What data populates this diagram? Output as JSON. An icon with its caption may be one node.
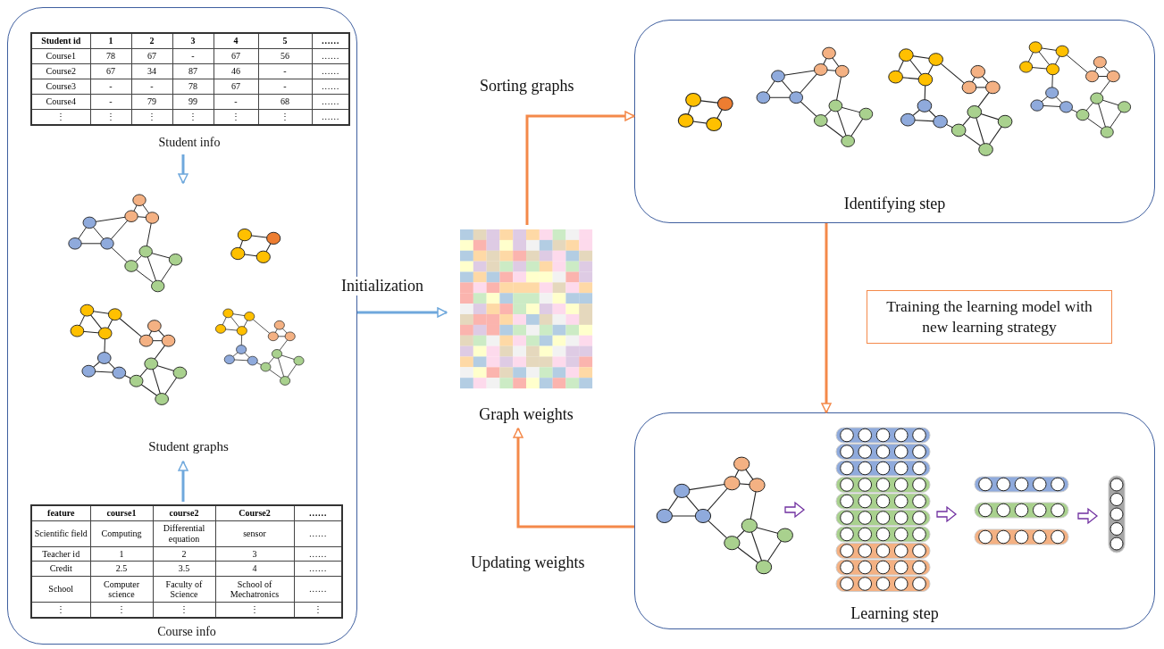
{
  "diagram": {
    "nodes": [
      {
        "text": [],
        "shape": "box"
      },
      {
        "text": [
          "Student info"
        ],
        "in": 0
      },
      {
        "text": [
          "Student graphs"
        ],
        "in": 0
      },
      {
        "text": [
          "Course info"
        ],
        "in": 0
      },
      {
        "text": [
          "Graph weights"
        ]
      },
      {
        "text": [
          "Identifying step"
        ]
      },
      {
        "text": [
          "Learning step"
        ]
      },
      {
        "text": [
          "Training the learning model with new learning strategy"
        ]
      }
    ],
    "edges": [
      {
        "from": 1,
        "to": 2,
        "arrow": "to"
      },
      {
        "from": 3,
        "to": 2,
        "arrow": "to"
      },
      {
        "from": 0,
        "to": 4,
        "arrow": "to",
        "label": "Initialization"
      },
      {
        "from": 4,
        "to": 5,
        "arrow": "to",
        "label": "Sorting graphs",
        "color": "#f4894a"
      },
      {
        "from": 5,
        "to": 6,
        "arrow": "to",
        "color": "#f4894a"
      },
      {
        "from": 6,
        "to": 4,
        "arrow": "to",
        "label": "Updating weights",
        "color": "#f4894a"
      }
    ],
    "labels": [
      "Student id",
      "1",
      "2",
      "3",
      "4",
      "5",
      "……",
      "Course1",
      "78",
      "67",
      "-",
      "67",
      "56",
      "……",
      "Course2",
      "67",
      "34",
      "87",
      "46",
      "-",
      "……",
      "Course3",
      "-",
      "-",
      "78",
      "67",
      "-",
      "……",
      "Course4",
      "-",
      "79",
      "99",
      "-",
      "68",
      "……",
      "⋮",
      "⋮",
      "⋮",
      "⋮",
      "⋮",
      "⋮",
      "……",
      "feature",
      "course1",
      "course2",
      "Course2",
      "……",
      "Scientific field",
      "Computing",
      "Differential equation",
      "sensor",
      "……",
      "Teacher id",
      "1",
      "2",
      "3",
      "……",
      "Credit",
      "2.5",
      "3.5",
      "4",
      "……",
      "School",
      "Computer science",
      "Faculty of Science",
      "School of Mechatronics",
      "……",
      "⋮",
      "⋮",
      "⋮",
      "⋮",
      "⋮"
    ]
  }
}
